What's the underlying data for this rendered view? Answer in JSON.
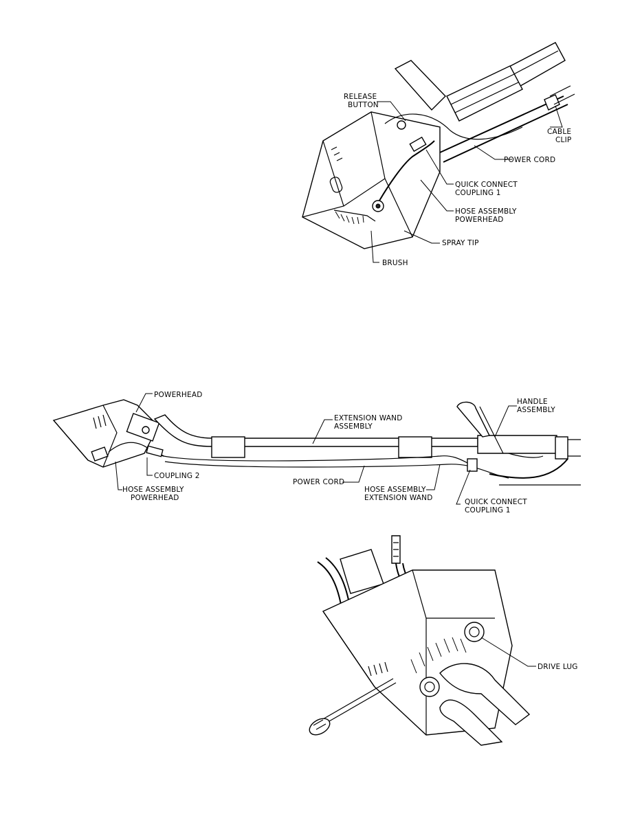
{
  "figure1": {
    "labels": {
      "release_button_1": "RELEASE",
      "release_button_2": "BUTTON",
      "cable_clip_1": "CABLE",
      "cable_clip_2": "CLIP",
      "power_cord": "POWER CORD",
      "quick_connect_1": "QUICK CONNECT",
      "quick_connect_2": "COUPLING 1",
      "hose_powerhead_1": "HOSE ASSEMBLY",
      "hose_powerhead_2": "POWERHEAD",
      "spray_tip": "SPRAY TIP",
      "brush": "BRUSH"
    }
  },
  "figure2": {
    "labels": {
      "powerhead": "POWERHEAD",
      "extension_wand_1": "EXTENSION WAND",
      "extension_wand_2": "ASSEMBLY",
      "handle_1": "HANDLE",
      "handle_2": "ASSEMBLY",
      "coupling_2": "COUPLING 2",
      "hose_powerhead_1": "HOSE ASSEMBLY",
      "hose_powerhead_2": "POWERHEAD",
      "power_cord": "POWER CORD",
      "hose_wand_1": "HOSE ASSEMBLY",
      "hose_wand_2": "EXTENSION WAND",
      "quick_connect_1": "QUICK CONNECT",
      "quick_connect_2": "COUPLING 1"
    }
  },
  "figure3": {
    "labels": {
      "drive_lug": "DRIVE LUG"
    }
  }
}
